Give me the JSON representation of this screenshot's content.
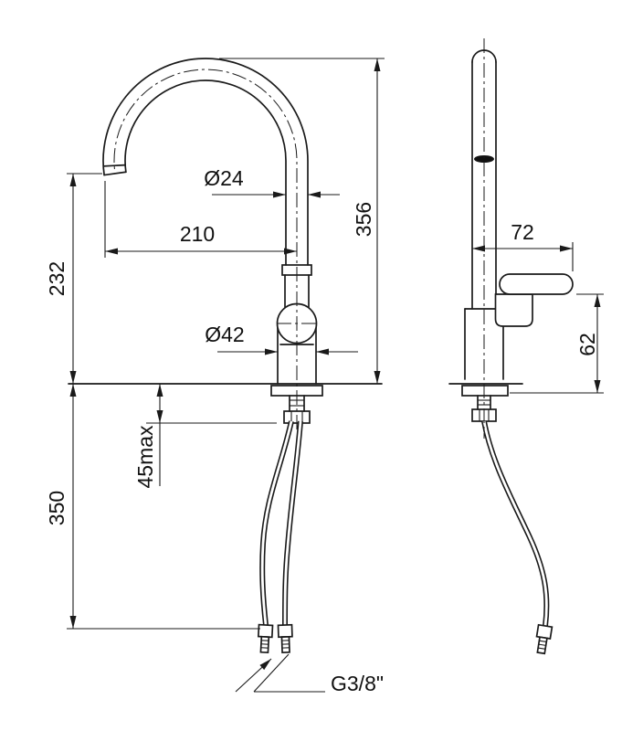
{
  "colors": {
    "line": "#1a1a1a",
    "background": "#ffffff"
  },
  "drawing": {
    "dimensions": {
      "spout_tube_diameter": "Ø24",
      "spout_reach": "210",
      "total_height": "356",
      "spout_outlet_height": "232",
      "body_diameter": "Ø42",
      "max_deck_thickness": "45max",
      "hose_length": "350",
      "thread": "G3/8\"",
      "side_depth": "72",
      "handle_drop": "62"
    }
  }
}
